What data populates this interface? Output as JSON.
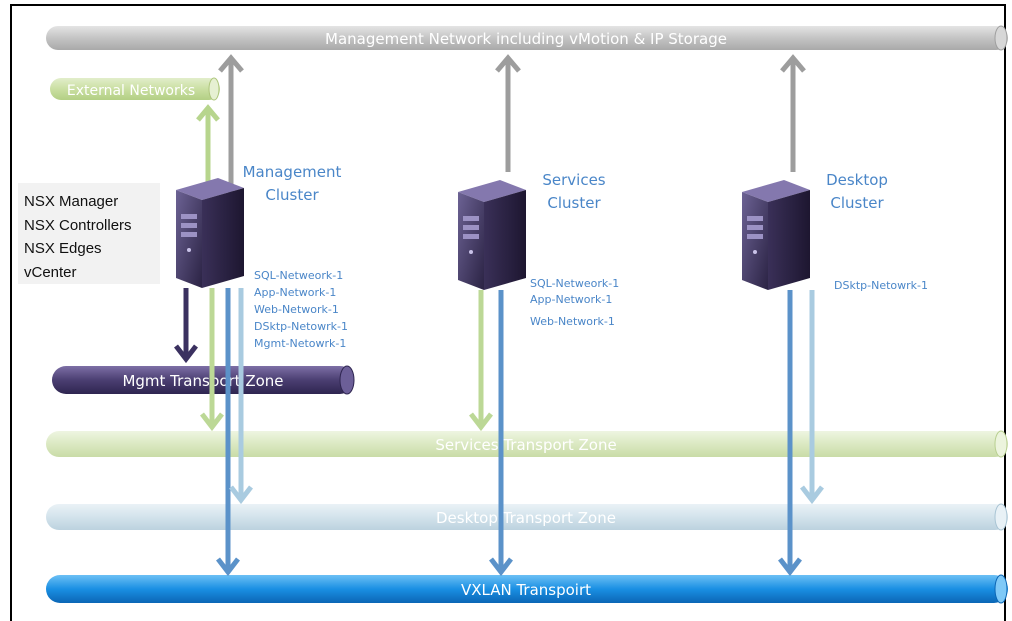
{
  "pipes": {
    "management": "Management Network including vMotion & IP Storage",
    "external": "External Networks",
    "mgmt_tz": "Mgmt Transport Zone",
    "services_tz": "Services Transport Zone",
    "desktop_tz": "Desktop Transport Zone",
    "vxlan": "VXLAN Transpoirt"
  },
  "clusters": {
    "management": {
      "line1": "Management",
      "line2": "Cluster",
      "networks": [
        "SQL-Netweork-1",
        "App-Network-1",
        "Web-Network-1",
        "DSktp-Netowrk-1",
        "Mgmt-Netowrk-1"
      ]
    },
    "services": {
      "line1": "Services",
      "line2": "Cluster",
      "networks": [
        "SQL-Netweork-1",
        "App-Network-1",
        "Web-Network-1"
      ]
    },
    "desktop": {
      "line1": "Desktop",
      "line2": "Cluster",
      "networks": [
        "DSktp-Netowrk-1"
      ]
    }
  },
  "nsx_components": [
    "NSX Manager",
    "NSX Controllers",
    "NSX Edges",
    "vCenter"
  ],
  "colors": {
    "management_pipe": "#bdbdbd",
    "external_pipe": "#c6da9a",
    "mgmt_tz_pipe": "#4b3f72",
    "services_tz_pipe": "#d6e6b8",
    "desktop_tz_pipe": "#cfe0ea",
    "vxlan_pipe": "#1a8fe3",
    "label_blue": "#4a86c8"
  }
}
